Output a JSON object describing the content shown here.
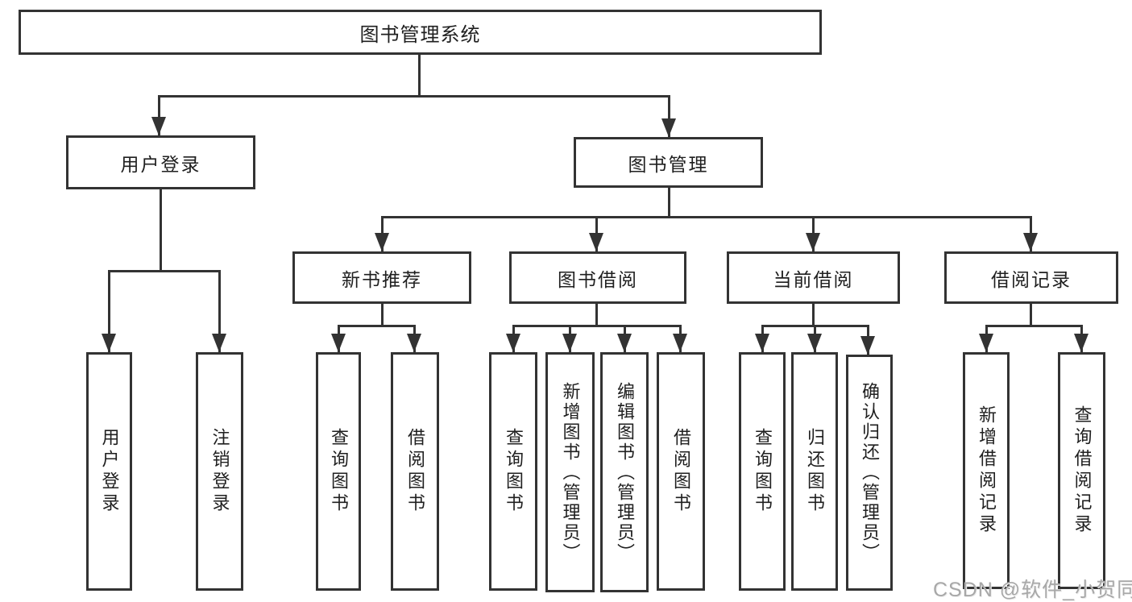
{
  "root": {
    "label": "图书管理系统"
  },
  "level2": [
    {
      "label": "用户登录"
    },
    {
      "label": "图书管理"
    }
  ],
  "level3": [
    {
      "label": "新书推荐"
    },
    {
      "label": "图书借阅"
    },
    {
      "label": "当前借阅"
    },
    {
      "label": "借阅记录"
    }
  ],
  "leaves": [
    {
      "label": "用户登录"
    },
    {
      "label": "注销登录"
    },
    {
      "label": "查询图书"
    },
    {
      "label": "借阅图书"
    },
    {
      "label": "查询图书"
    },
    {
      "label": "新增图书（管理员）"
    },
    {
      "label": "编辑图书（管理员）"
    },
    {
      "label": "借阅图书"
    },
    {
      "label": "查询图书"
    },
    {
      "label": "归还图书"
    },
    {
      "label": "确认归还（管理员）"
    },
    {
      "label": "新增借阅记录"
    },
    {
      "label": "查询借阅记录"
    }
  ],
  "watermark": {
    "text": "CSDN @软件_小贺同学"
  },
  "colors": {
    "line": "#333333",
    "text": "#1f1f1f",
    "watermark": "#a8a8a8",
    "background": "#ffffff"
  }
}
